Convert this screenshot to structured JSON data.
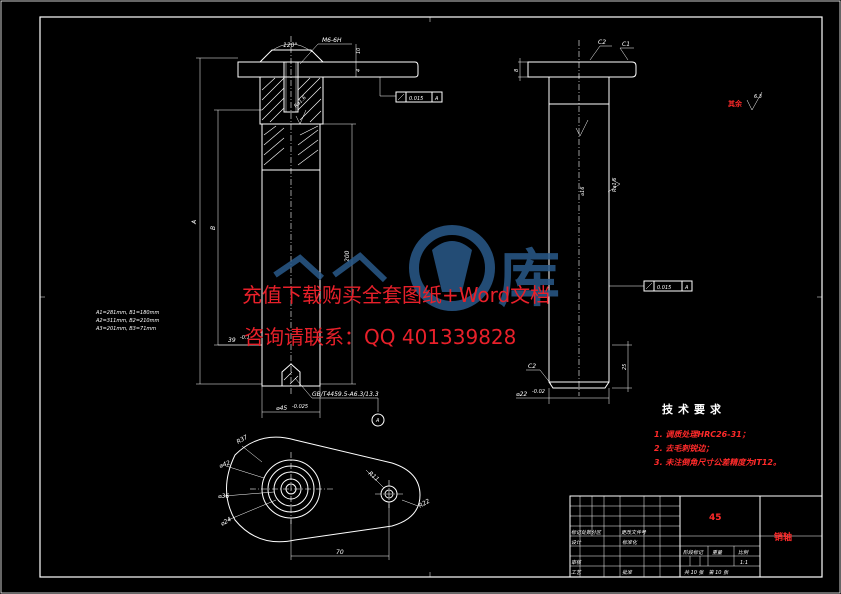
{
  "watermark": {
    "line1": "充值下载购买全套图纸+Word文档",
    "line2": "咨询请联系：QQ 401339828",
    "logo_icon": "renrenwenku-logo-icon",
    "logo_text": "库"
  },
  "front_view": {
    "dim_thread": "M6-6H",
    "dim_angle": "120°",
    "dim_10": "10",
    "dim_4": "4",
    "dim_A": "A",
    "dim_B": "B",
    "dim_200": "200",
    "dim_39": "39",
    "dim_39_sup": "-0.1",
    "dim_bottom_std": "GB/T4459.5-A6.3/13.3",
    "dim_dia45": "⌀45",
    "dim_dia45_tol": "-0.025",
    "ref_tag": "A",
    "tolerance_value": "0.015",
    "tolerance_ref": "A",
    "rough_label": "Ra1.6"
  },
  "side_view": {
    "chamfer_c2_top": "C2",
    "chamfer_c1": "C1",
    "chamfer_c2_bottom": "C2",
    "dim_8": "8",
    "dim_25": "25",
    "dim_dia": "⌀22",
    "dim_dia_tol": "-0.02",
    "dim_dia16": "⌀16",
    "runout_value": "0.015",
    "runout_ref": "A",
    "rough_label": "Ra1.6"
  },
  "size_table": {
    "row1": "A1=281mm, B1=180mm",
    "row2": "A2=311mm, B2=210mm",
    "row3": "A3=201mm, B3=71mm"
  },
  "roughness_note": {
    "label": "其余",
    "value": "6.3"
  },
  "top_view": {
    "dim_r37": "R37",
    "dim_d42": "⌀42",
    "dim_d36": "⌀36",
    "dim_d24": "⌀24",
    "dim_r11": "R11",
    "dim_r22": "R22",
    "dim_70": "70"
  },
  "tech_requirements": {
    "title": "技术要求",
    "items": [
      "1. 调质处理HRC26-31；",
      "2. 去毛刺锐边；",
      "3. 未注倒角尺寸公差精度为IT12。"
    ]
  },
  "title_block": {
    "material": "45",
    "part_name": "销轴",
    "designer_label": "设计",
    "stage_label": "阶段标记",
    "weight_label": "重量",
    "scale_label": "比例",
    "scale_value": "1:1",
    "sheet_info": "共 10 张　第 10 张",
    "label_row1": "标记处数分区",
    "label_row1b": "更改文件号",
    "label_row2": "审核",
    "label_row3": "工艺",
    "label_std": "标准化",
    "label_approve": "批准"
  },
  "colors": {
    "background": "#000000",
    "lines": "#ffffff",
    "watermark": "#e8202a",
    "logo": "#2a5a8a",
    "red_text": "#ff2a2a"
  }
}
